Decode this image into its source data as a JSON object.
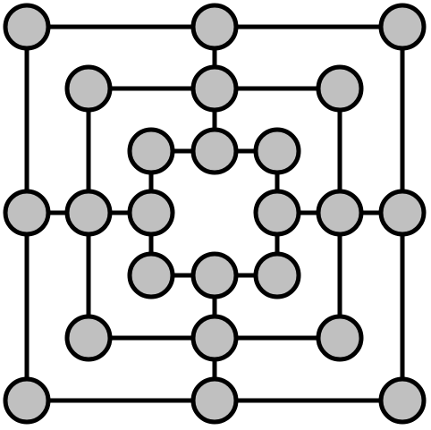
{
  "game": {
    "board_type": "nine-mens-morris",
    "colors": {
      "background": "#ffffff",
      "line": "#000000",
      "point_fill": "#c0c0c0",
      "point_stroke": "#000000"
    },
    "points": [
      {
        "id": "a1",
        "occupant": "empty"
      },
      {
        "id": "d1",
        "occupant": "empty"
      },
      {
        "id": "g1",
        "occupant": "empty"
      },
      {
        "id": "b2",
        "occupant": "empty"
      },
      {
        "id": "d2",
        "occupant": "empty"
      },
      {
        "id": "f2",
        "occupant": "empty"
      },
      {
        "id": "c3",
        "occupant": "empty"
      },
      {
        "id": "d3",
        "occupant": "empty"
      },
      {
        "id": "e3",
        "occupant": "empty"
      },
      {
        "id": "a4",
        "occupant": "empty"
      },
      {
        "id": "b4",
        "occupant": "empty"
      },
      {
        "id": "c4",
        "occupant": "empty"
      },
      {
        "id": "e4",
        "occupant": "empty"
      },
      {
        "id": "f4",
        "occupant": "empty"
      },
      {
        "id": "g4",
        "occupant": "empty"
      },
      {
        "id": "c5",
        "occupant": "empty"
      },
      {
        "id": "d5",
        "occupant": "empty"
      },
      {
        "id": "e5",
        "occupant": "empty"
      },
      {
        "id": "b6",
        "occupant": "empty"
      },
      {
        "id": "d6",
        "occupant": "empty"
      },
      {
        "id": "f6",
        "occupant": "empty"
      },
      {
        "id": "a7",
        "occupant": "empty"
      },
      {
        "id": "d7",
        "occupant": "empty"
      },
      {
        "id": "g7",
        "occupant": "empty"
      }
    ]
  }
}
